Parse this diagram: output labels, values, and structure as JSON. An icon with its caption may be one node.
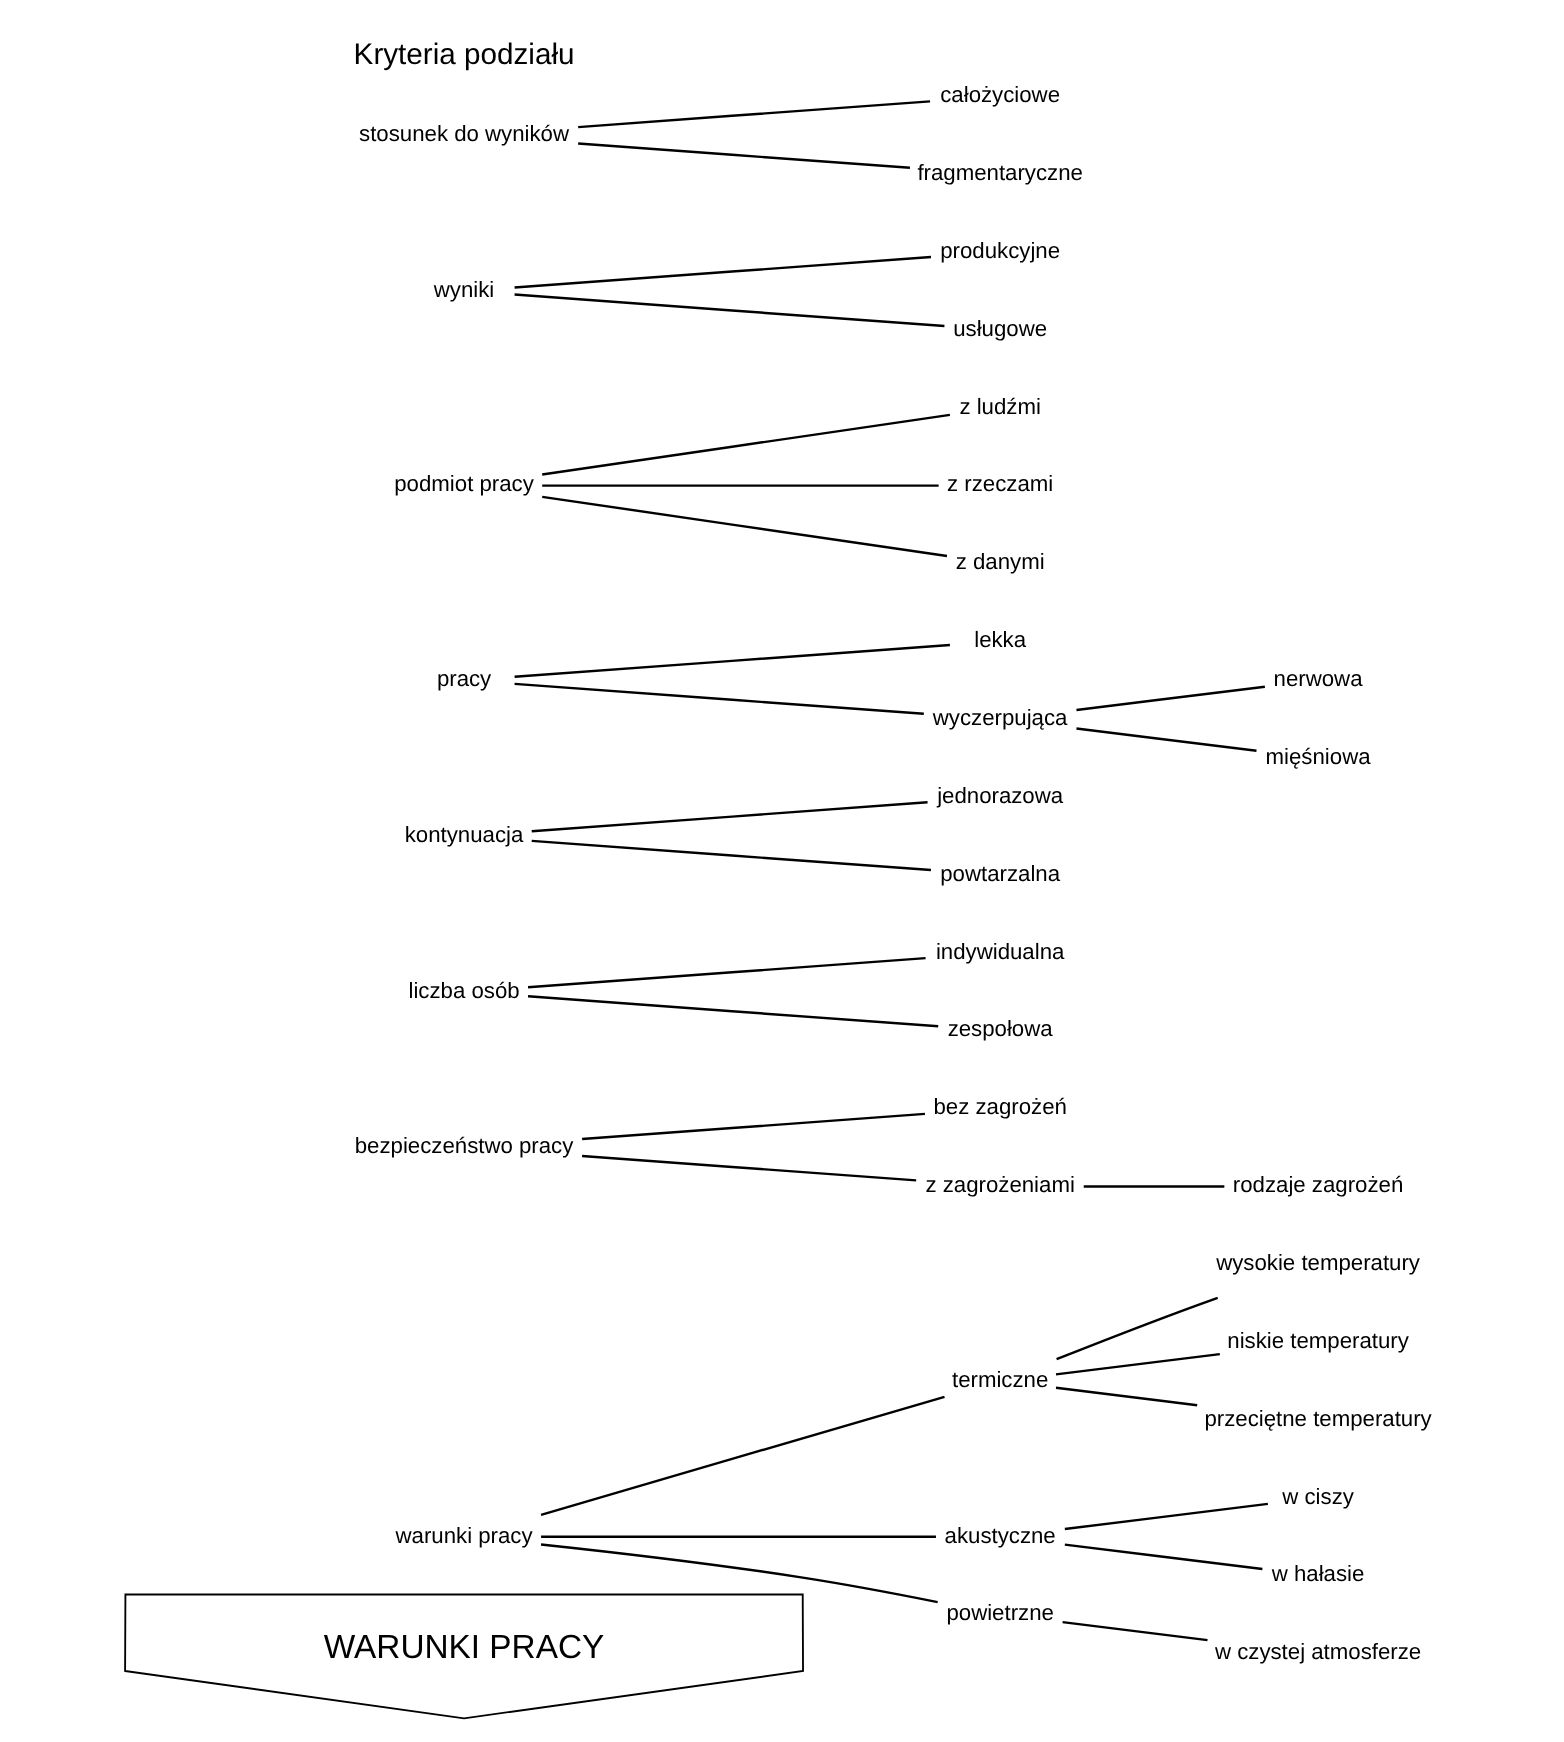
{
  "diagram": {
    "nodes": [
      {
        "text": [
          "WARUNKI PRACY"
        ]
      },
      {
        "text": [
          "warunki pracy"
        ]
      },
      {
        "text": [
          "termiczne"
        ]
      },
      {
        "text": [
          "akustyczne"
        ]
      },
      {
        "text": [
          "powietrzne"
        ]
      },
      {
        "text": [
          "wysokie temperatury"
        ]
      },
      {
        "text": [
          "niskie temperatury"
        ]
      },
      {
        "text": [
          "przeciętne temperatury"
        ]
      },
      {
        "text": [
          "w ciszy"
        ]
      },
      {
        "text": [
          "w hałasie"
        ]
      },
      {
        "text": [
          "w czystej atmosferze"
        ]
      },
      {
        "text": [
          "bezpieczeństwo pracy"
        ]
      },
      {
        "text": [
          "bez zagrożeń"
        ]
      },
      {
        "text": [
          "z zagrożeniami"
        ]
      },
      {
        "text": [
          "rodzaje zagrożeń"
        ]
      },
      {
        "text": [
          "liczba osób"
        ]
      },
      {
        "text": [
          "indywidualna"
        ]
      },
      {
        "text": [
          "zespołowa"
        ]
      },
      {
        "text": [
          "kontynuacja"
        ]
      },
      {
        "text": [
          "jednorazowa"
        ]
      },
      {
        "text": [
          "powtarzalna"
        ]
      },
      {
        "text": [
          "pracy"
        ]
      },
      {
        "text": [
          "lekka"
        ]
      },
      {
        "text": [
          "wyczerpująca"
        ]
      },
      {
        "text": [
          "nerwowa"
        ]
      },
      {
        "text": [
          "mięśniowa"
        ]
      },
      {
        "text": [
          "podmiot pracy"
        ]
      },
      {
        "text": [
          "z ludźmi"
        ]
      },
      {
        "text": [
          "z rzeczami"
        ]
      },
      {
        "text": [
          "z danymi"
        ]
      },
      {
        "text": [
          "wyniki"
        ]
      },
      {
        "text": [
          "produkcyjne"
        ]
      },
      {
        "text": [
          "usługowe"
        ]
      },
      {
        "text": [
          "stosunek do wyników"
        ]
      },
      {
        "text": [
          "całożyciowe"
        ]
      },
      {
        "text": [
          "fragmentaryczne"
        ]
      }
    ],
    "edges": [
      {
        "from": 1,
        "to": 2,
        "arrow": "none"
      },
      {
        "from": 1,
        "to": 3,
        "arrow": "none"
      },
      {
        "from": 1,
        "to": 4,
        "arrow": "none"
      },
      {
        "from": 2,
        "to": 5,
        "arrow": "none"
      },
      {
        "from": 2,
        "to": 6,
        "arrow": "none"
      },
      {
        "from": 2,
        "to": 7,
        "arrow": "none"
      },
      {
        "from": 3,
        "to": 8,
        "arrow": "none"
      },
      {
        "from": 3,
        "to": 9,
        "arrow": "none"
      },
      {
        "from": 4,
        "to": 10,
        "arrow": "none"
      },
      {
        "from": 11,
        "to": 12,
        "arrow": "none"
      },
      {
        "from": 11,
        "to": 13,
        "arrow": "none"
      },
      {
        "from": 13,
        "to": 14,
        "arrow": "none"
      },
      {
        "from": 15,
        "to": 16,
        "arrow": "none"
      },
      {
        "from": 15,
        "to": 17,
        "arrow": "none"
      },
      {
        "from": 18,
        "to": 19,
        "arrow": "none"
      },
      {
        "from": 18,
        "to": 20,
        "arrow": "none"
      },
      {
        "from": 21,
        "to": 22,
        "arrow": "none"
      },
      {
        "from": 21,
        "to": 23,
        "arrow": "none"
      },
      {
        "from": 23,
        "to": 24,
        "arrow": "none"
      },
      {
        "from": 23,
        "to": 25,
        "arrow": "none"
      },
      {
        "from": 26,
        "to": 27,
        "arrow": "none"
      },
      {
        "from": 26,
        "to": 28,
        "arrow": "none"
      },
      {
        "from": 26,
        "to": 29,
        "arrow": "none"
      },
      {
        "from": 30,
        "to": 31,
        "arrow": "none"
      },
      {
        "from": 30,
        "to": 32,
        "arrow": "none"
      },
      {
        "from": 33,
        "to": 34,
        "arrow": "none"
      },
      {
        "from": 33,
        "to": 35,
        "arrow": "none"
      }
    ],
    "labels": [
      "Kryteria podziału"
    ]
  }
}
